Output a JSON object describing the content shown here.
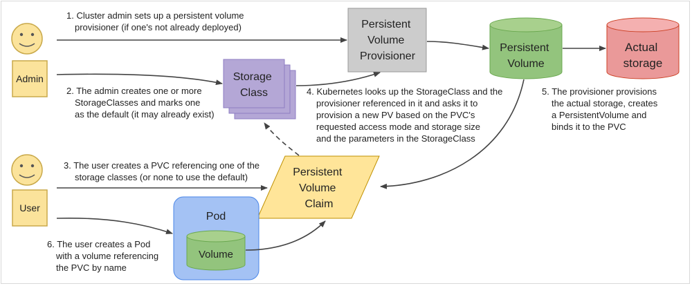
{
  "actors": {
    "admin": {
      "label": "Admin"
    },
    "user": {
      "label": "User"
    }
  },
  "nodes": {
    "provisioner": [
      "Persistent",
      "Volume",
      "Provisioner"
    ],
    "storage_class": [
      "Storage",
      "Class"
    ],
    "persistent_volume": [
      "Persistent",
      "Volume"
    ],
    "actual_storage": [
      "Actual",
      "storage"
    ],
    "pvc": [
      "Persistent",
      "Volume",
      "Claim"
    ],
    "pod": "Pod",
    "pod_volume": "Volume"
  },
  "captions": {
    "step1": [
      "1. Cluster admin sets up a persistent volume",
      "provisioner (if one's not already deployed)"
    ],
    "step2": [
      "2. The admin creates one or more",
      "StorageClasses and marks one",
      "as the default (it may already exist)"
    ],
    "step3": [
      "3. The user creates a PVC referencing one of the",
      "storage classes (or none to use the default)"
    ],
    "step4": [
      "4. Kubernetes looks up the StorageClass and the",
      "provisioner referenced in it and asks it to",
      "provision a new PV based on the PVC's",
      "requested access mode and storage size",
      "and the parameters in the StorageClass"
    ],
    "step5": [
      "5. The provisioner provisions",
      "the actual storage, creates",
      "a PersistentVolume and",
      "binds it to the PVC"
    ],
    "step6": [
      "6. The user creates a Pod",
      "with a volume referencing",
      "the PVC by name"
    ]
  },
  "colors": {
    "actor_fill": "#fbe39b",
    "actor_stroke": "#c9a94a",
    "provisioner_fill": "#cccccc",
    "storage_class_fill": "#b4a7d6",
    "pv_fill": "#93c47d",
    "actual_storage_fill": "#ea9999",
    "pvc_fill": "#ffe599",
    "pod_fill": "#a4c2f4",
    "arrow": "#434343"
  }
}
